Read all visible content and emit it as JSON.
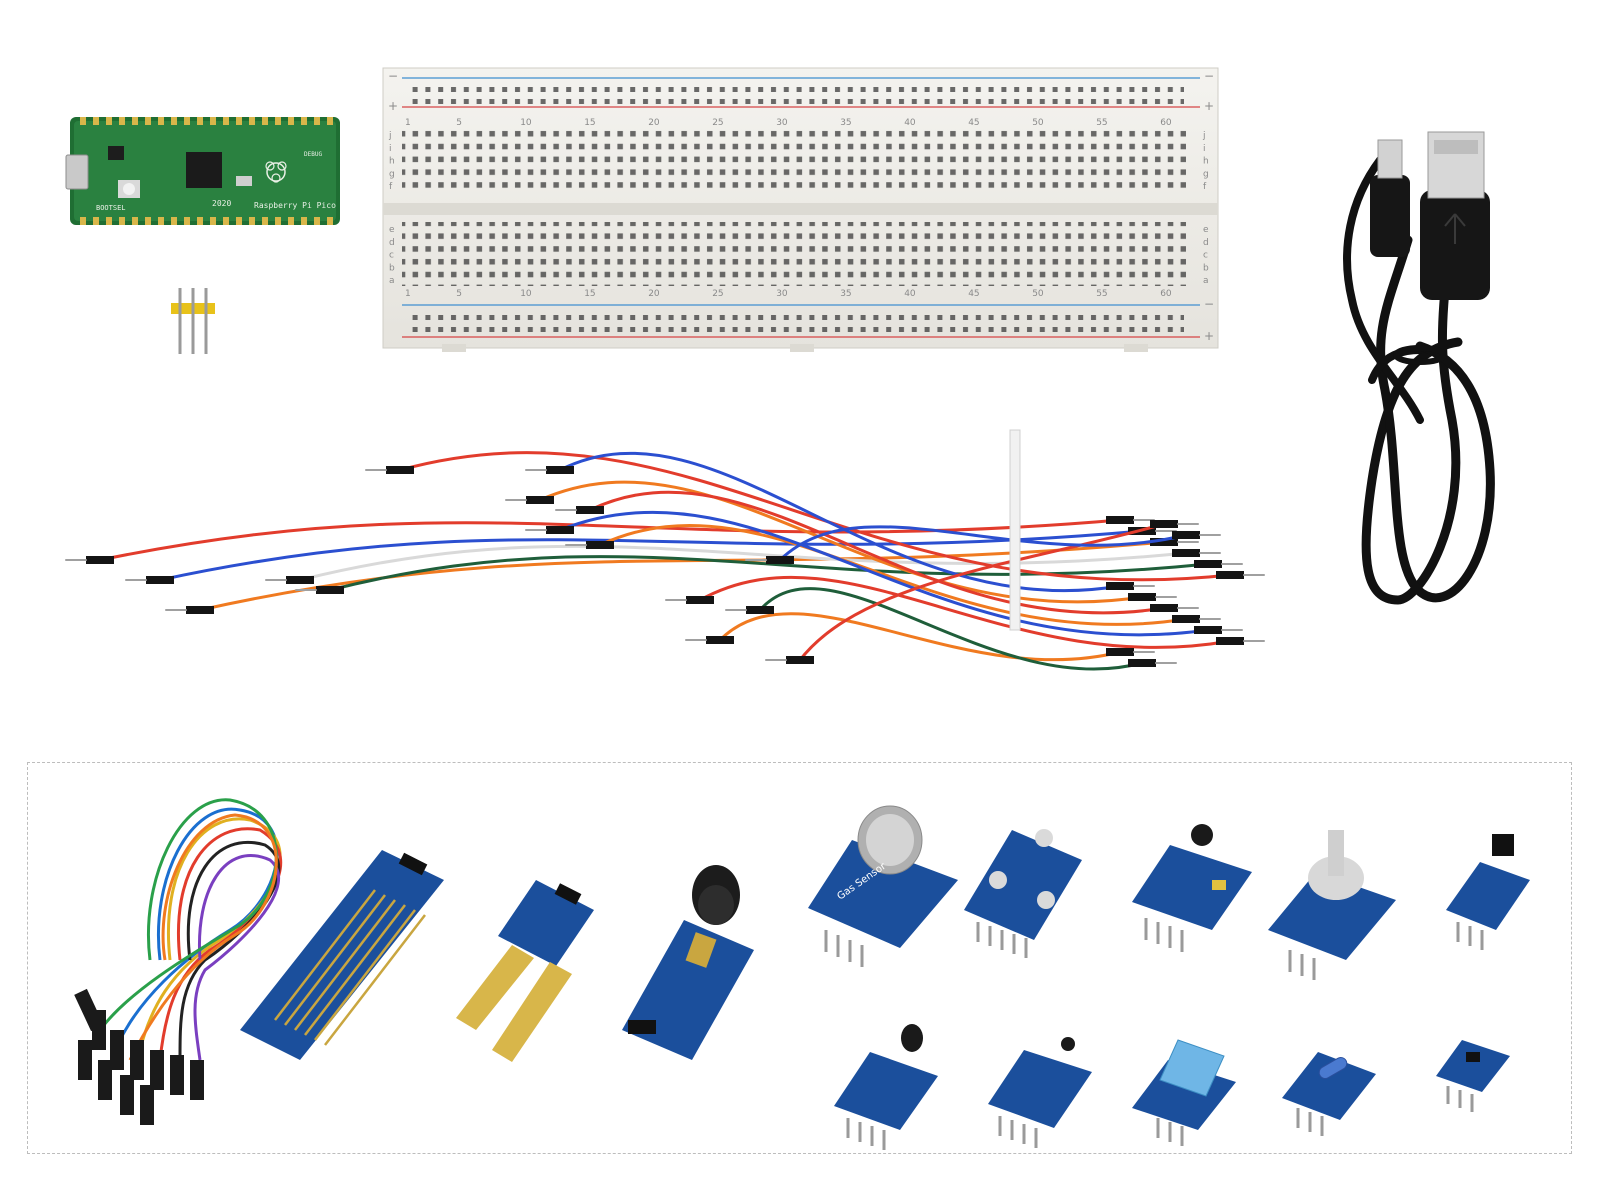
{
  "pico": {
    "label_raspberry": "Raspberry Pi Pico",
    "label_year": "2020",
    "label_bootsel": "BOOTSEL",
    "label_debug": "DEBUG"
  },
  "breadboard": {
    "column_numbers": [
      "1",
      "5",
      "10",
      "15",
      "20",
      "25",
      "30",
      "35",
      "40",
      "45",
      "50",
      "55",
      "60"
    ],
    "row_letters_top": [
      "j",
      "i",
      "h",
      "g",
      "f"
    ],
    "row_letters_bottom": [
      "e",
      "d",
      "c",
      "b",
      "a"
    ],
    "rail_plus": "+",
    "rail_minus": "−"
  },
  "sensors": {
    "gas_sensor_label": "Gas Sensor"
  },
  "colors": {
    "pcb_green": "#1f6e33",
    "sensor_blue": "#1b4f9c",
    "breadboard": "#efeeea",
    "rail_red": "#d64545",
    "rail_blue": "#3f8fd0",
    "cable_black": "#111111"
  }
}
